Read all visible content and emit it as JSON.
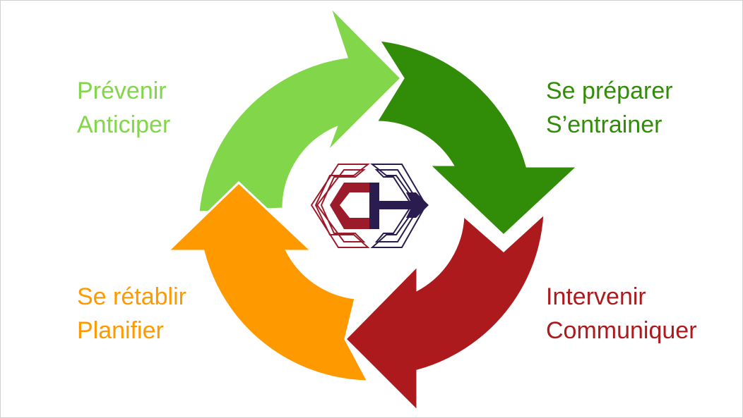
{
  "phases": [
    {
      "id": "prevent",
      "line1": "Prévenir",
      "line2": "Anticiper",
      "color": "#82d64a"
    },
    {
      "id": "prepare",
      "line1": "Se préparer",
      "line2": "S’entrainer",
      "color": "#318d08"
    },
    {
      "id": "intervene",
      "line1": "Intervenir",
      "line2": "Communiquer",
      "color": "#ad1a1e"
    },
    {
      "id": "recover",
      "line1": "Se rétablir",
      "line2": "Planifier",
      "color": "#ff9900"
    }
  ],
  "logo": {
    "red": "#9c1b2a",
    "navy": "#2a1c4e"
  }
}
